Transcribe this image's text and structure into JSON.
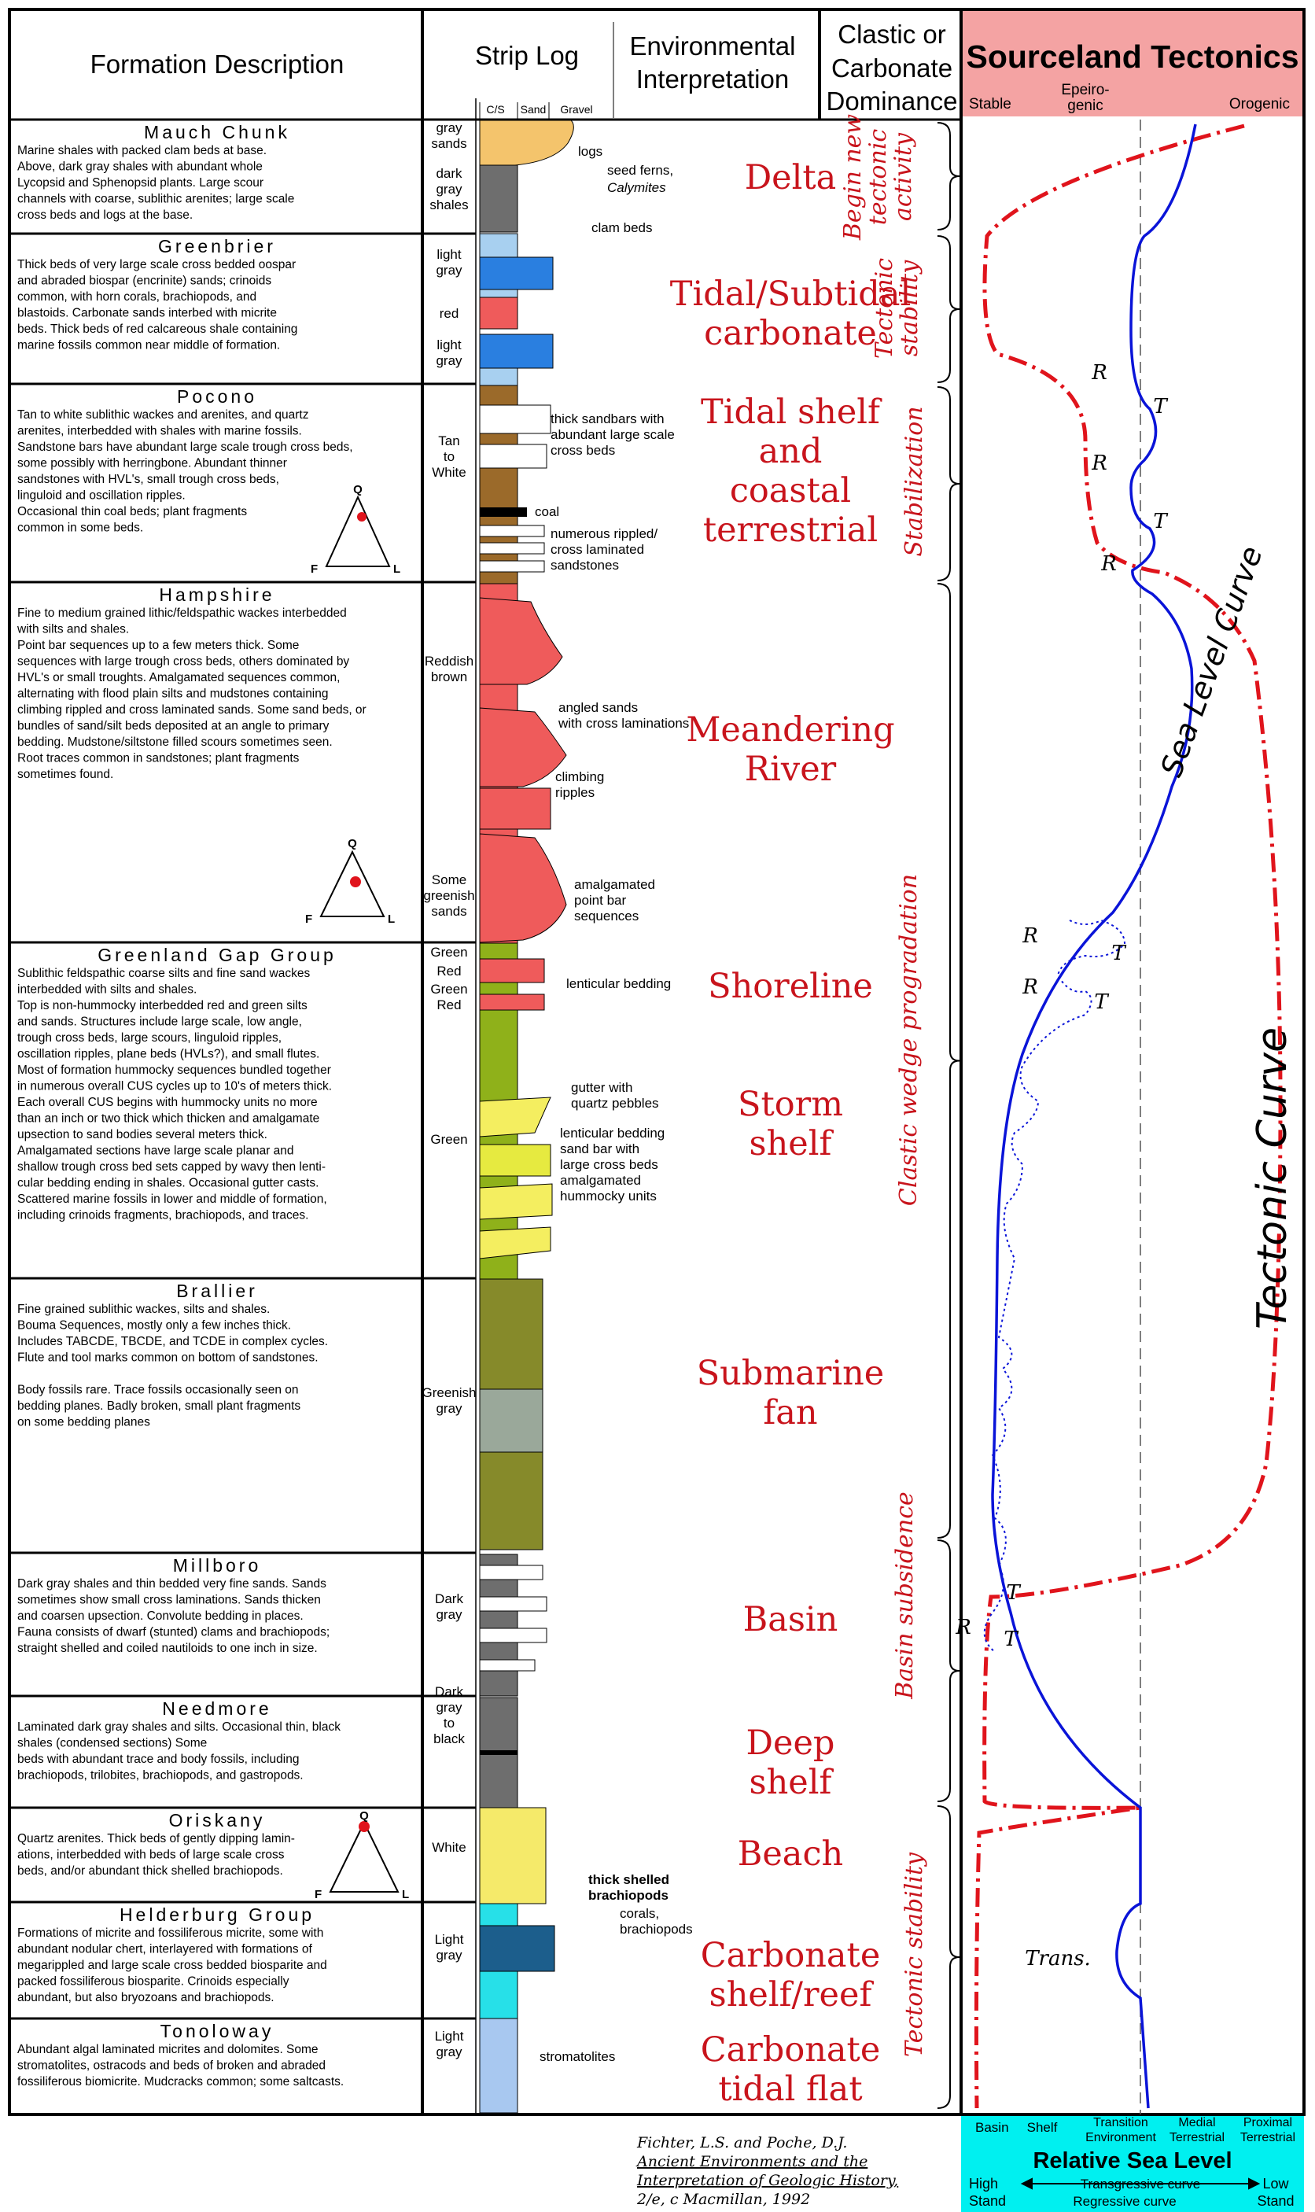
{
  "headers": {
    "formation_description": "Formation Description",
    "strip_log": "Strip Log",
    "environmental_1": "Environmental",
    "environmental_2": "Interpretation",
    "clastic_1": "Clastic or",
    "clastic_2": "Carbonate",
    "clastic_3": "Dominance",
    "sourceland": "Sourceland Tectonics",
    "stable": "Stable",
    "epeiro_1": "Epeiro-",
    "epeiro_2": "genic",
    "orogenic": "Orogenic",
    "cs": "C/S",
    "sand": "Sand",
    "gravel": "Gravel"
  },
  "formations": [
    {
      "name": "Mauch Chunk",
      "lines": [
        "Marine shales with packed clam beds at base.",
        "Above, dark gray shales with abundant whole",
        "Lycopsid and Sphenopsid plants. Large scour",
        "channels with coarse, sublithic arenites; large scale",
        "cross beds and logs at the base."
      ]
    },
    {
      "name": "Greenbrier",
      "lines": [
        "Thick beds of very large scale cross bedded oospar",
        "and abraded biospar (encrinite) sands; crinoids",
        "common, with horn corals, brachiopods, and",
        "blastoids. Carbonate sands interbed with micrite",
        "beds. Thick beds of red calcareous shale containing",
        "marine fossils common near middle of formation."
      ]
    },
    {
      "name": "Pocono",
      "lines": [
        "   Tan to white sublithic wackes and arenites, and quartz",
        "arenites, interbedded with shales with marine fossils.",
        "   Sandstone bars have abundant large scale trough cross beds,",
        "some possibly with herringbone. Abundant thinner",
        "sandstones with HVL's, small trough cross beds,",
        "linguloid and oscillation ripples.",
        "   Occasional thin coal beds; plant fragments",
        "common in some beds."
      ]
    },
    {
      "name": "Hampshire",
      "lines": [
        "   Fine to medium grained lithic/feldspathic wackes interbedded",
        "with silts and shales.",
        "   Point bar sequences up to a few meters thick. Some",
        "sequences with large trough cross beds, others dominated by",
        "HVL's or small troughts. Amalgamated sequences common,",
        "alternating with flood plain silts and mudstones containing",
        "climbing rippled and cross laminated sands. Some sand beds, or",
        "bundles of sand/silt beds deposited at an angle to primary",
        "bedding. Mudstone/siltstone filled scours sometimes seen.",
        "   Root traces common in sandstones; plant fragments",
        "sometimes found."
      ]
    },
    {
      "name": "Greenland Gap Group",
      "lines": [
        "Sublithic feldspathic coarse silts and fine sand wackes",
        "interbedded with silts and shales.",
        "   Top is non-hummocky interbedded red and green silts",
        "and sands. Structures include large scale, low angle,",
        "trough cross beds, large scours, linguloid ripples,",
        "oscillation ripples, plane beds (HVLs?), and small flutes.",
        "   Most of formation hummocky sequences bundled together",
        "in numerous overall CUS cycles up to 10's of meters thick.",
        "Each overall CUS begins with hummocky units no more",
        "than an inch or two thick which thicken and amalgamate",
        "upsection to sand bodies several meters thick.",
        "   Amalgamated sections have large scale planar and",
        "shallow trough cross bed sets capped by wavy then lenti-",
        "cular bedding ending in shales. Occasional gutter casts.",
        "   Scattered marine fossils in lower and middle of formation,",
        "including crinoids fragments, brachiopods, and traces."
      ]
    },
    {
      "name": "Brallier",
      "lines": [
        "Fine grained sublithic wackes, silts and shales.",
        "   Bouma Sequences, mostly only a few inches thick.",
        "Includes TABCDE, TBCDE, and TCDE in complex cycles.",
        "Flute and tool marks common on bottom of sandstones.",
        "",
        "   Body fossils rare. Trace fossils occasionally seen on",
        "bedding planes. Badly broken, small plant fragments",
        "on some bedding planes"
      ]
    },
    {
      "name": "Millboro",
      "lines": [
        "Dark gray shales and thin bedded very fine sands. Sands",
        "sometimes show small cross laminations. Sands thicken",
        "and coarsen upsection. Convolute bedding in places.",
        "   Fauna consists of dwarf (stunted) clams and brachiopods;",
        "straight shelled and coiled nautiloids to one inch in size."
      ]
    },
    {
      "name": "Needmore",
      "lines": [
        "Laminated dark gray shales and silts. Occasional thin, black",
        "shales (condensed sections) Some",
        "beds with abundant trace and body fossils, including",
        "brachiopods, trilobites, brachiopods, and gastropods."
      ]
    },
    {
      "name": "Oriskany",
      "lines": [
        "Quartz arenites. Thick beds of gently dipping lamin-",
        "ations, interbedded with beds of large scale cross",
        "beds, and/or abundant thick shelled brachiopods."
      ]
    },
    {
      "name": "Helderburg Group",
      "lines": [
        "Formations of micrite and fossiliferous micrite, some with",
        "abundant nodular chert, interlayered with formations of",
        "megarippled and large scale cross bedded biosparite and",
        "packed fossiliferous biosparite. Crinoids especially",
        "abundant, but also bryozoans and brachiopods."
      ]
    },
    {
      "name": "Tonoloway",
      "lines": [
        "Abundant algal laminated micrites and dolomites. Some",
        "stromatolites, ostracods and beds of broken and abraded",
        "fossiliferous biomicrite. Mudcracks common; some saltcasts."
      ]
    }
  ],
  "lithology_labels": [
    [
      "gray",
      "sands"
    ],
    [
      "dark",
      "gray",
      "shales"
    ],
    [
      "light",
      "gray"
    ],
    [
      "red"
    ],
    [
      "light",
      "gray"
    ],
    [
      "Tan",
      "to",
      "White"
    ],
    [
      "Reddish",
      "brown"
    ],
    [
      "Some",
      "greenish",
      "sands"
    ],
    [
      "Green"
    ],
    [
      "Red"
    ],
    [
      "Green"
    ],
    [
      "Red"
    ],
    [
      "Green"
    ],
    [
      "Greenish",
      "gray"
    ],
    [
      "Dark",
      "gray"
    ],
    [
      "Dark",
      "gray",
      "to",
      "black"
    ],
    [
      "White"
    ],
    [
      "Light",
      "gray"
    ],
    [
      "Light",
      "gray"
    ]
  ],
  "log_notes": [
    [
      "logs"
    ],
    [
      "seed ferns,"
    ],
    [
      "Calymites"
    ],
    [
      "clam beds"
    ],
    [
      "thick sandbars with",
      "abundant large scale",
      "cross beds"
    ],
    [
      "coal"
    ],
    [
      "numerous rippled/",
      "cross laminated",
      "sandstones"
    ],
    [
      "angled sands",
      "with cross laminations"
    ],
    [
      "climbing",
      "ripples"
    ],
    [
      "amalgamated",
      "point bar",
      "sequences"
    ],
    [
      "lenticular bedding"
    ],
    [
      "gutter with",
      "quartz pebbles"
    ],
    [
      "lenticular bedding",
      "sand bar with",
      "large cross beds",
      "amalgamated",
      "hummocky units"
    ],
    [
      "thick shelled",
      "brachiopods"
    ],
    [
      "corals,",
      "brachiopods"
    ],
    [
      "stromatolites"
    ]
  ],
  "environments": [
    [
      "Delta"
    ],
    [
      "Tidal/Subtidal",
      "carbonate"
    ],
    [
      "Tidal shelf",
      "and",
      "coastal",
      "terrestrial"
    ],
    [
      "Meandering",
      "River"
    ],
    [
      "Shoreline"
    ],
    [
      "Storm",
      "shelf"
    ],
    [
      "Submarine",
      "fan"
    ],
    [
      "Basin"
    ],
    [
      "Deep",
      "shelf"
    ],
    [
      "Beach"
    ],
    [
      "Carbonate",
      "shelf/reef"
    ],
    [
      "Carbonate",
      "tidal flat"
    ]
  ],
  "tectonic_phases": [
    [
      "Begin new",
      "tectonic",
      "activity"
    ],
    [
      "Tectonic",
      "stability"
    ],
    [
      "Stabilization"
    ],
    [
      "Clastic wedge progradation"
    ],
    [
      "Basin subsidence"
    ],
    [
      "Tectonic stability"
    ]
  ],
  "curve_labels": {
    "sea_level": "Sea Level Curve",
    "tectonic": "Tectonic Curve",
    "trans": "Trans.",
    "R": "R",
    "T": "T"
  },
  "footer": {
    "citation": [
      "Fichter, L.S. and Poche, D.J.",
      "Ancient Environments and the",
      "Interpretation of Geologic History,",
      "2/e,  c  Macmillan, 1992"
    ],
    "basin": "Basin",
    "shelf": "Shelf",
    "transition_1": "Transition",
    "transition_2": "Environment",
    "medial_1": "Medial",
    "medial_2": "Terrestrial",
    "proximal_1": "Proximal",
    "proximal_2": "Terrestrial",
    "relative": "Relative Sea Level",
    "high_1": "High",
    "high_2": "Stand",
    "transgressive": "Transgressive curve",
    "regressive": "Regressive curve",
    "low_1": "Low",
    "low_2": "Stand"
  },
  "ternary": {
    "q": "Q",
    "f": "F",
    "l": "L"
  },
  "colors": {
    "sourceland_bg": "#f4a3a3",
    "footer_bg": "#00f0f0",
    "env_text": "#c8141c",
    "sea_level": "#0a14d8",
    "tectonic": "#e0141c",
    "delta_sand": "#f4c46c",
    "carbonate_blue": "#2a7fe0",
    "red_bed": "#ef5b5b",
    "tan": "#9b6a2a",
    "storm_green": "#8fb11a",
    "fan_olive": "#868a2a",
    "fan_gray": "#9aa89a",
    "shale_gray": "#6e6e6e",
    "beach_yellow": "#f5ea6a",
    "helder_cyan": "#27e0e8",
    "tonoloway_blue": "#a8c8f0"
  }
}
